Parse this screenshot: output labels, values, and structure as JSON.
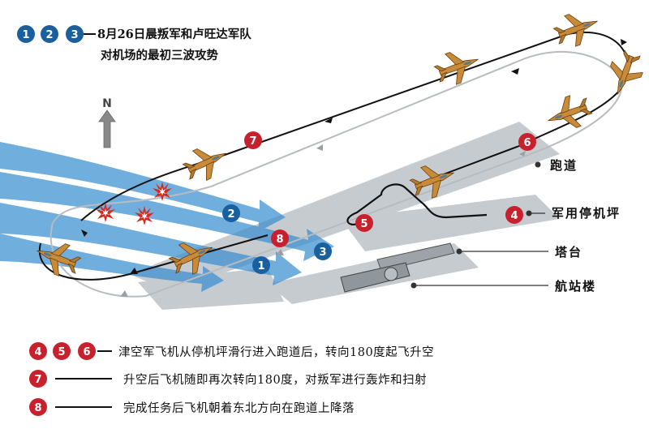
{
  "header": {
    "title_line1": "8月26日晨叛军和卢旺达军队",
    "title_line2": "对机场的最初三波攻势",
    "wave_numbers": [
      "1",
      "2",
      "3"
    ]
  },
  "compass": {
    "label": "N"
  },
  "labels": {
    "runway": "跑道",
    "military_apron": "军用停机坪",
    "tower": "塔台",
    "terminal": "航站楼"
  },
  "markers": {
    "m1": "1",
    "m2": "2",
    "m3": "3",
    "m4": "4",
    "m5": "5",
    "m6": "6",
    "m7": "7",
    "m8": "8"
  },
  "legend": [
    {
      "numbers": [
        "4",
        "5",
        "6"
      ],
      "text": "津空军飞机从停机坪滑行进入跑道后，转向180度起飞升空"
    },
    {
      "numbers": [
        "7"
      ],
      "text": "升空后飞机随即再次转向180度，对叛军进行轰炸和扫射"
    },
    {
      "numbers": [
        "8"
      ],
      "text": "完成任务后飞机朝着东北方向在跑道上降落"
    }
  ],
  "colors": {
    "rebel_blue": "#1a5f9e",
    "zim_red": "#c8202c",
    "arrow_blue": "#3a8fd0",
    "ground_gray": "#c6cbcf",
    "jet_tan": "#c98a3a"
  }
}
